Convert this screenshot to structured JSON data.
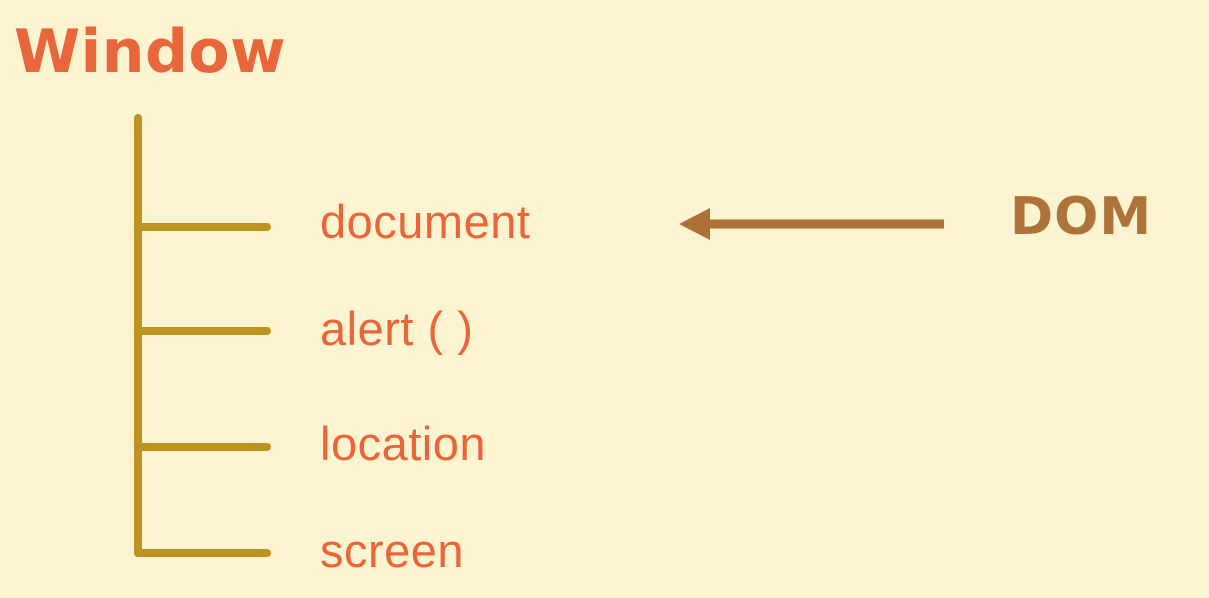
{
  "diagram": {
    "title": "Window",
    "type": "tree-diagram",
    "branches": [
      {
        "label": "document",
        "icon": "branch-line-icon"
      },
      {
        "label": "alert ( )",
        "icon": "branch-line-icon"
      },
      {
        "label": "location",
        "icon": "branch-line-icon"
      },
      {
        "label": "screen",
        "icon": "branch-line-icon"
      }
    ],
    "annotation": {
      "label": "DOM",
      "arrow_icon": "arrow-left-icon",
      "points_to": "document"
    },
    "colors": {
      "background": "#fcf4d0",
      "title_text": "#e8663a",
      "branch_label_text": "#e8663a",
      "tree_line": "#bd9422",
      "annotation_text": "#ad7339",
      "arrow": "#ac7137"
    }
  }
}
